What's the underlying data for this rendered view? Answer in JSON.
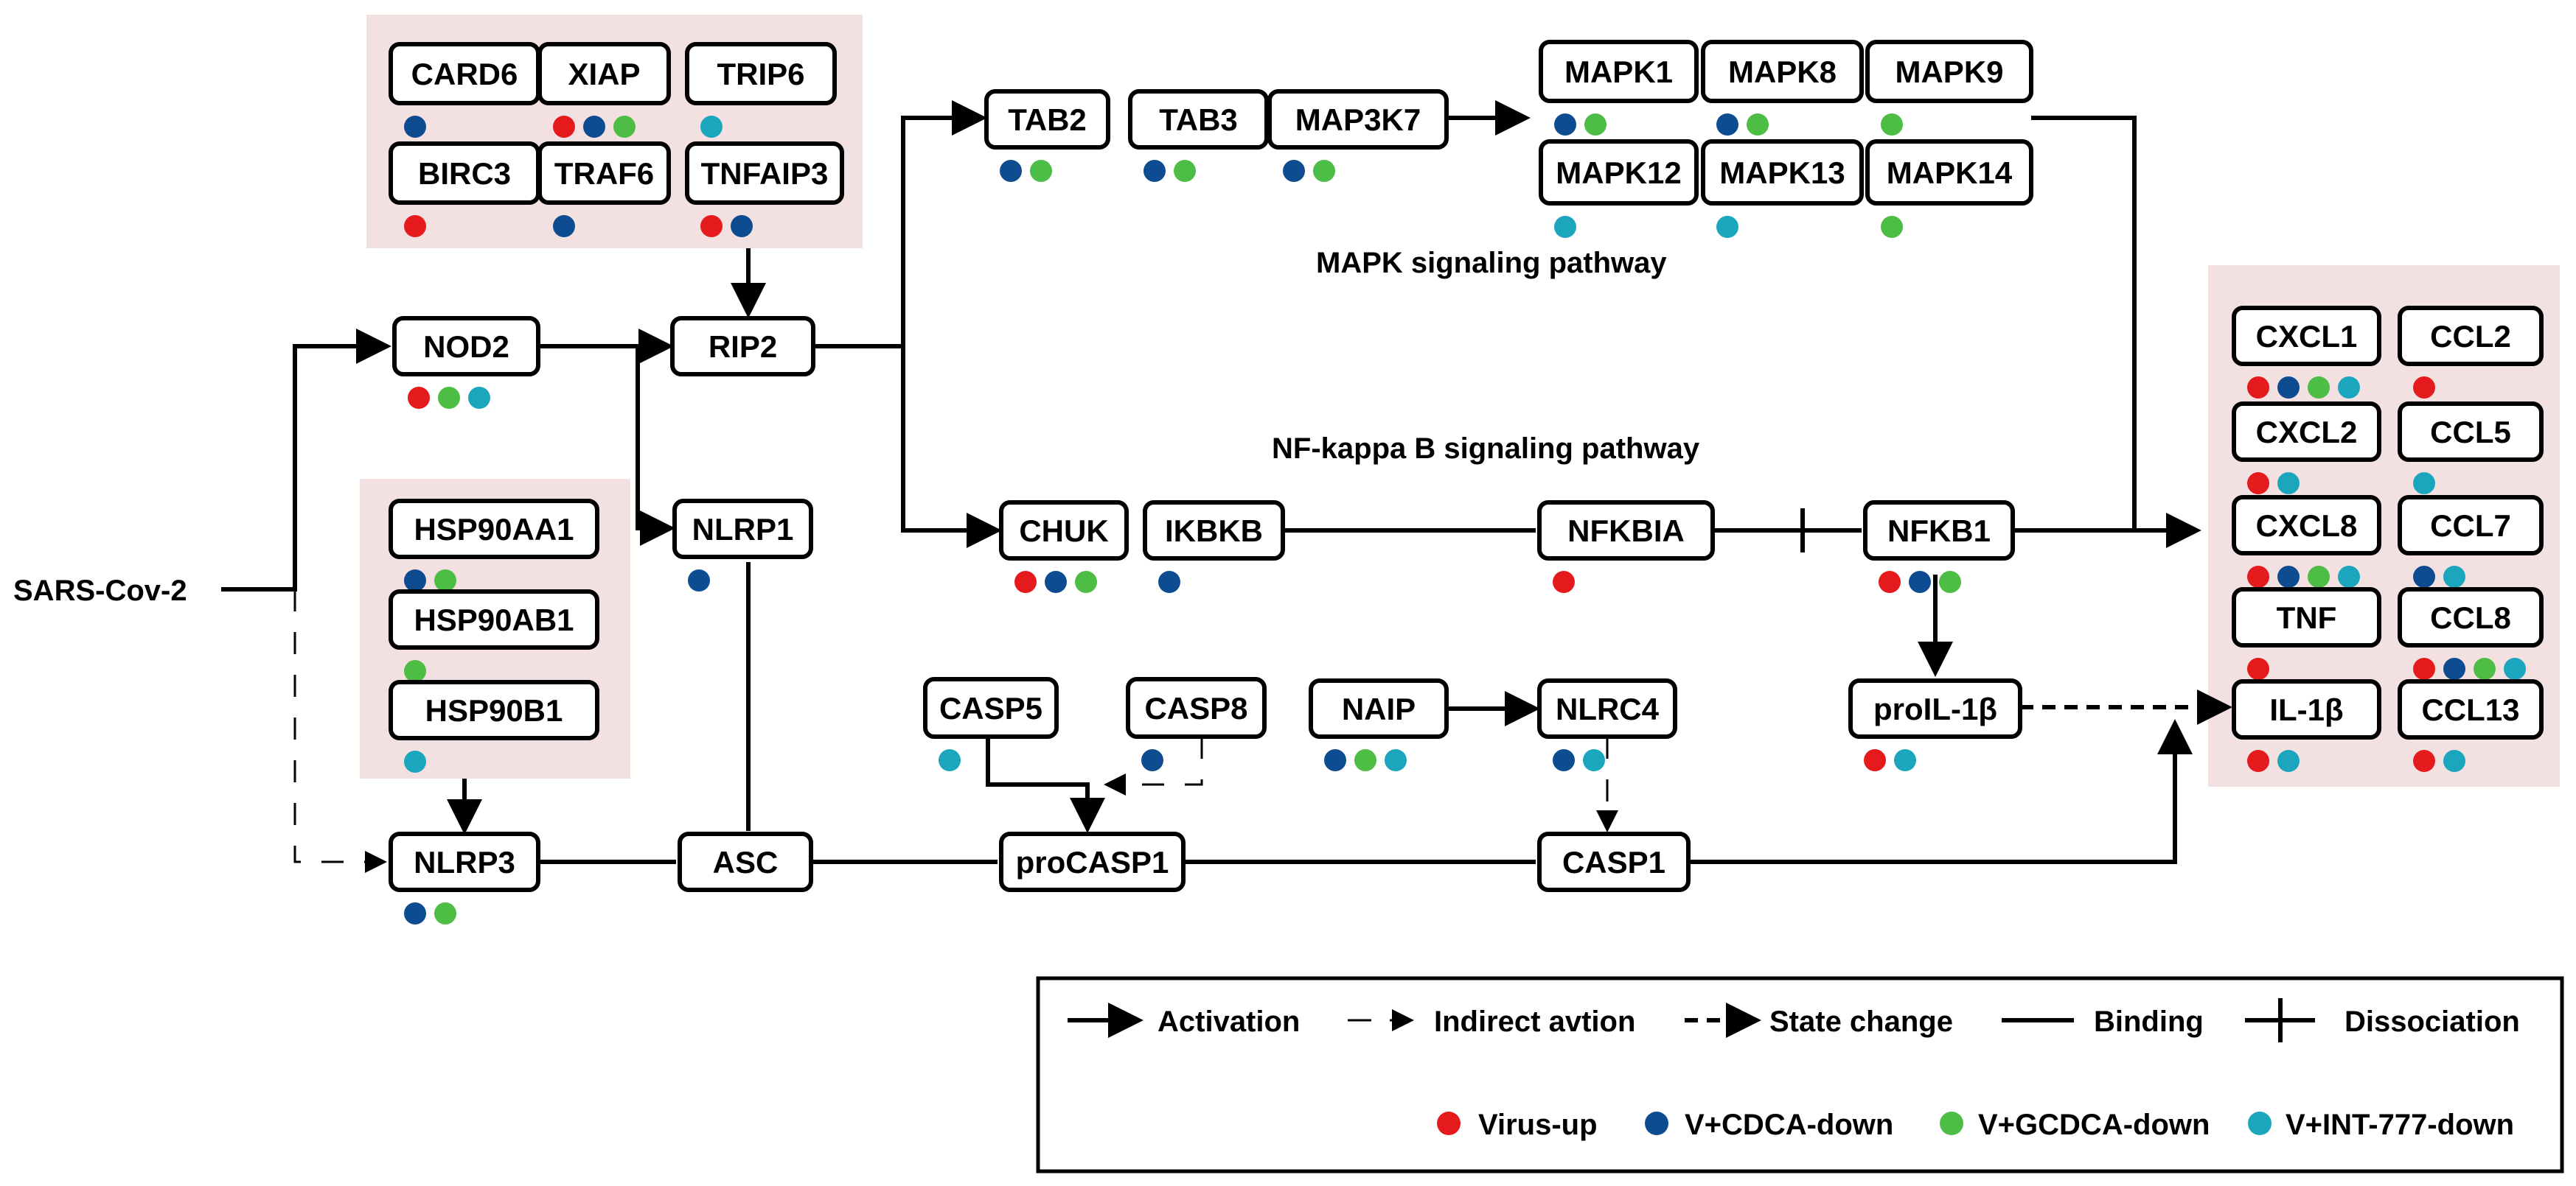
{
  "colors": {
    "virus_up": "#e41a1c",
    "cdca_down": "#0e4c92",
    "gcdca_down": "#4dbd45",
    "int777_down": "#1ba6bd",
    "group_background": "#f3e0e0"
  },
  "source_label": "SARS-Cov-2",
  "pathway_labels": {
    "mapk": "MAPK signaling pathway",
    "nfkb": "NF-kappa B signaling pathway"
  },
  "nodes": {
    "card6": {
      "label": "CARD6",
      "dots": [
        "cdca_down"
      ]
    },
    "xiap": {
      "label": "XIAP",
      "dots": [
        "virus_up",
        "cdca_down",
        "gcdca_down"
      ]
    },
    "trip6": {
      "label": "TRIP6",
      "dots": [
        "int777_down"
      ]
    },
    "birc3": {
      "label": "BIRC3",
      "dots": [
        "virus_up"
      ]
    },
    "traf6": {
      "label": "TRAF6",
      "dots": [
        "cdca_down"
      ]
    },
    "tnfaip3": {
      "label": "TNFAIP3",
      "dots": [
        "virus_up",
        "cdca_down"
      ]
    },
    "nod2": {
      "label": "NOD2",
      "dots": [
        "virus_up",
        "gcdca_down",
        "int777_down"
      ]
    },
    "rip2": {
      "label": "RIP2",
      "dots": []
    },
    "tab2": {
      "label": "TAB2",
      "dots": [
        "cdca_down",
        "gcdca_down"
      ]
    },
    "tab3": {
      "label": "TAB3",
      "dots": [
        "cdca_down",
        "gcdca_down"
      ]
    },
    "map3k7": {
      "label": "MAP3K7",
      "dots": [
        "cdca_down",
        "gcdca_down"
      ]
    },
    "mapk1": {
      "label": "MAPK1",
      "dots": [
        "cdca_down",
        "gcdca_down"
      ]
    },
    "mapk8": {
      "label": "MAPK8",
      "dots": [
        "cdca_down",
        "gcdca_down"
      ]
    },
    "mapk9": {
      "label": "MAPK9",
      "dots": [
        "gcdca_down"
      ]
    },
    "mapk12": {
      "label": "MAPK12",
      "dots": [
        "int777_down"
      ]
    },
    "mapk13": {
      "label": "MAPK13",
      "dots": [
        "int777_down"
      ]
    },
    "mapk14": {
      "label": "MAPK14",
      "dots": [
        "gcdca_down"
      ]
    },
    "hsp90aa1": {
      "label": "HSP90AA1",
      "dots": [
        "cdca_down",
        "gcdca_down"
      ]
    },
    "hsp90ab1": {
      "label": "HSP90AB1",
      "dots": [
        "gcdca_down"
      ]
    },
    "hsp90b1": {
      "label": "HSP90B1",
      "dots": [
        "int777_down"
      ]
    },
    "nlrp1": {
      "label": "NLRP1",
      "dots": [
        "cdca_down"
      ]
    },
    "chuk": {
      "label": "CHUK",
      "dots": [
        "virus_up",
        "cdca_down",
        "gcdca_down"
      ]
    },
    "ikbkb": {
      "label": "IKBKB",
      "dots": [
        "cdca_down"
      ]
    },
    "nfkbia": {
      "label": "NFKBIA",
      "dots": [
        "virus_up"
      ]
    },
    "nfkb1": {
      "label": "NFKB1",
      "dots": [
        "virus_up",
        "cdca_down",
        "gcdca_down"
      ]
    },
    "casp5": {
      "label": "CASP5",
      "dots": [
        "int777_down"
      ]
    },
    "casp8": {
      "label": "CASP8",
      "dots": [
        "cdca_down"
      ]
    },
    "naip": {
      "label": "NAIP",
      "dots": [
        "cdca_down",
        "gcdca_down",
        "int777_down"
      ]
    },
    "nlrc4": {
      "label": "NLRC4",
      "dots": [
        "cdca_down",
        "int777_down"
      ]
    },
    "proil1b": {
      "label": "proIL-1β",
      "dots": [
        "virus_up",
        "int777_down"
      ]
    },
    "nlrp3": {
      "label": "NLRP3",
      "dots": [
        "cdca_down",
        "gcdca_down"
      ]
    },
    "asc": {
      "label": "ASC",
      "dots": []
    },
    "procasp1": {
      "label": "proCASP1",
      "dots": []
    },
    "casp1": {
      "label": "CASP1",
      "dots": []
    },
    "cxcl1": {
      "label": "CXCL1",
      "dots": [
        "virus_up",
        "cdca_down",
        "gcdca_down",
        "int777_down"
      ]
    },
    "ccl2": {
      "label": "CCL2",
      "dots": [
        "virus_up"
      ]
    },
    "cxcl2": {
      "label": "CXCL2",
      "dots": [
        "virus_up",
        "int777_down"
      ]
    },
    "ccl5": {
      "label": "CCL5",
      "dots": [
        "int777_down"
      ]
    },
    "cxcl8": {
      "label": "CXCL8",
      "dots": [
        "virus_up",
        "cdca_down",
        "gcdca_down",
        "int777_down"
      ]
    },
    "ccl7": {
      "label": "CCL7",
      "dots": [
        "cdca_down",
        "int777_down"
      ]
    },
    "tnf": {
      "label": "TNF",
      "dots": [
        "virus_up"
      ]
    },
    "ccl8": {
      "label": "CCL8",
      "dots": [
        "virus_up",
        "cdca_down",
        "gcdca_down",
        "int777_down"
      ]
    },
    "il1b": {
      "label": "IL-1β",
      "dots": [
        "virus_up",
        "int777_down"
      ]
    },
    "ccl13": {
      "label": "CCL13",
      "dots": [
        "virus_up",
        "int777_down"
      ]
    }
  },
  "legend": {
    "activation": "Activation",
    "indirect": "Indirect avtion",
    "state_change": "State change",
    "binding": "Binding",
    "dissociation": "Dissociation",
    "virus_up": "Virus-up",
    "cdca_down": "V+CDCA-down",
    "gcdca_down": "V+GCDCA-down",
    "int777_down": "V+INT-777-down"
  }
}
